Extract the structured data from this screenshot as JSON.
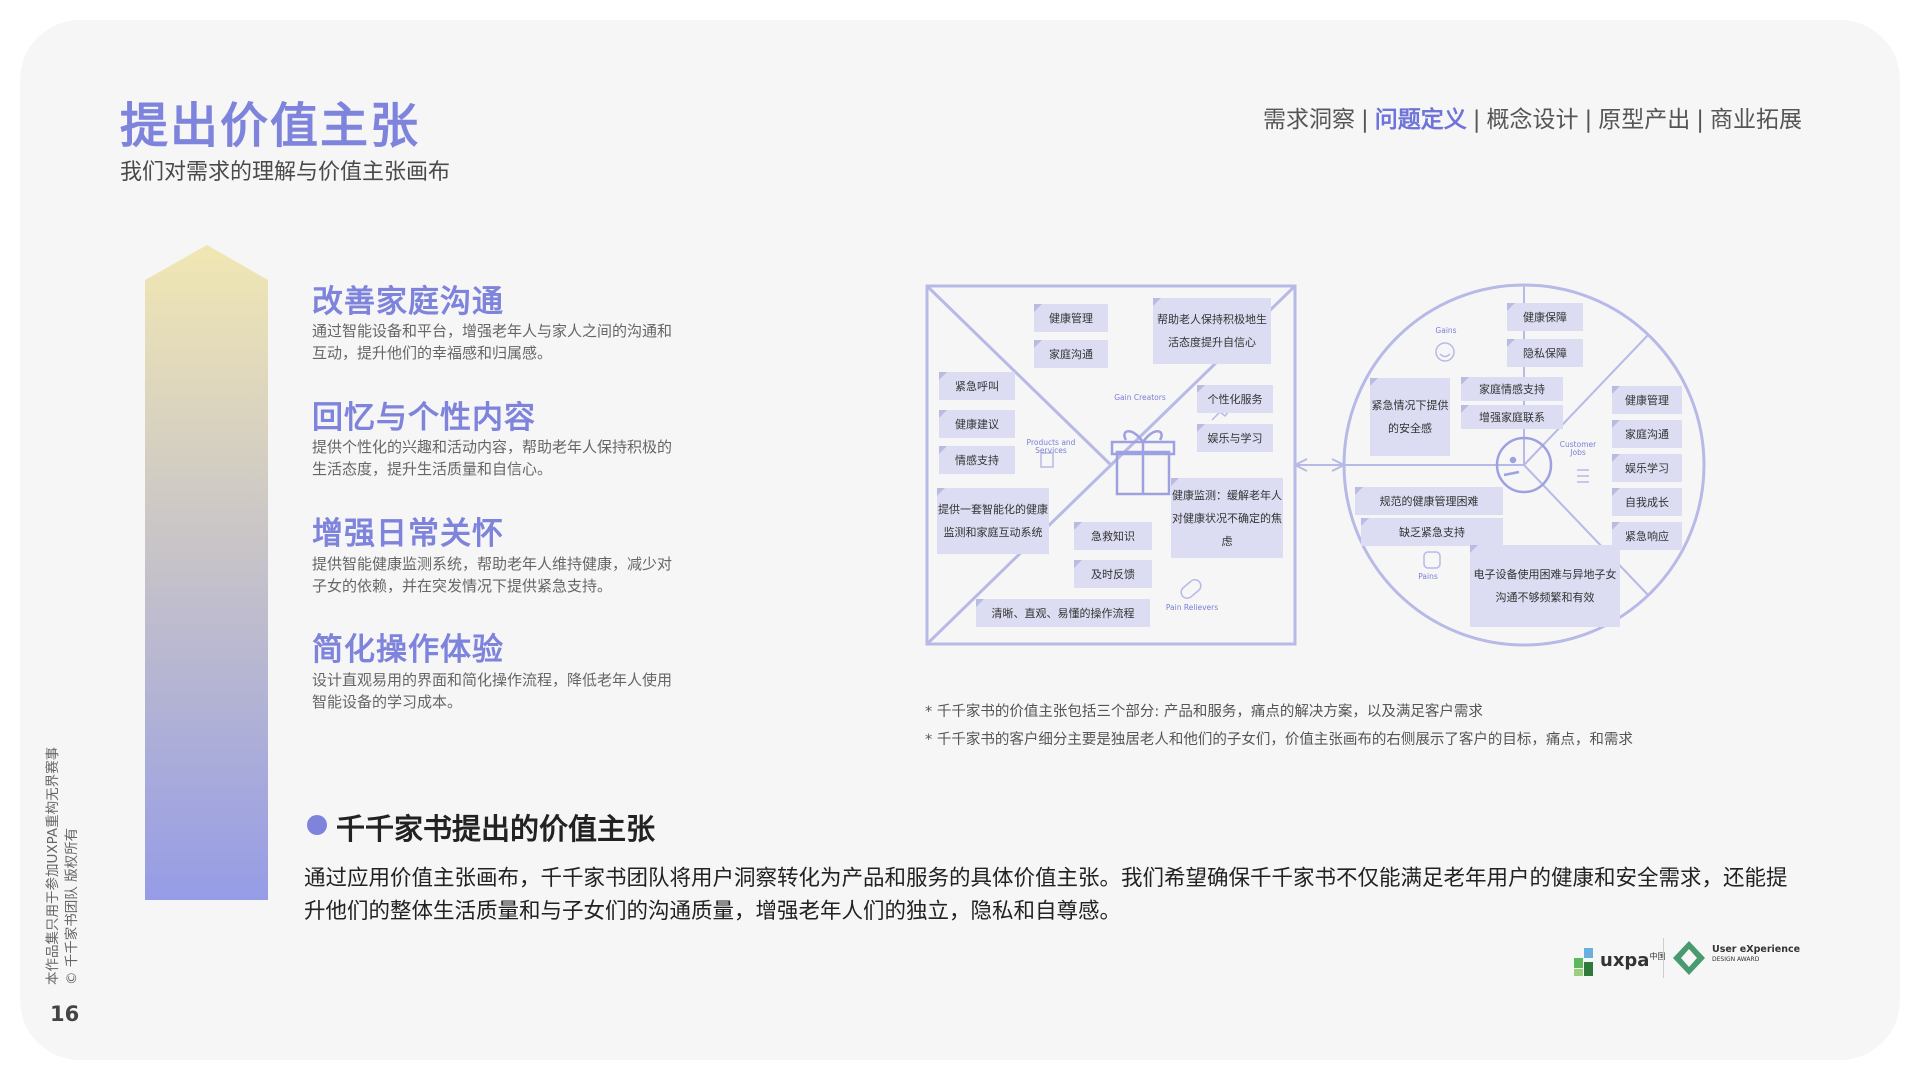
{
  "header": {
    "title": "提出价值主张",
    "subtitle": "我们对需求的理解与价值主张画布",
    "nav": [
      "需求洞察",
      "问题定义",
      "概念设计",
      "原型产出",
      "商业拓展"
    ],
    "nav_active": "问题定义",
    "nav_separator": "|"
  },
  "value_items": [
    {
      "title": "改善家庭沟通",
      "desc": "通过智能设备和平台，增强老年人与家人之间的沟通和互动，提升他们的幸福感和归属感。"
    },
    {
      "title": "回忆与个性内容",
      "desc": "提供个性化的兴趣和活动内容，帮助老年人保持积极的生活态度，提升生活质量和自信心。"
    },
    {
      "title": "增强日常关怀",
      "desc": "提供智能健康监测系统，帮助老年人维持健康，减少对子女的依赖，并在突发情况下提供紧急支持。"
    },
    {
      "title": "简化操作体验",
      "desc": "设计直观易用的界面和简化操作流程，降低老年人使用智能设备的学习成本。"
    }
  ],
  "canvas": {
    "square_labels": {
      "gain_creators": "Gain Creators",
      "products": "Products and Services",
      "pain_relievers": "Pain Relievers"
    },
    "circle_labels": {
      "gains": "Gains",
      "customer_jobs": "Customer Jobs",
      "pains": "Pains"
    },
    "square_notes": {
      "n1": "健康管理",
      "n2": "家庭沟通",
      "n3": "帮助老人保持积极地生活态度提升自信心",
      "n4": "紧急呼叫",
      "n5": "健康建议",
      "n6": "情感支持",
      "n7": "个性化服务",
      "n8": "娱乐与学习",
      "n9": "提供一套智能化的健康监测和家庭互动系统",
      "n10": "健康监测：缓解老年人对健康状况不确定的焦虑",
      "n11": "急救知识",
      "n12": "及时反馈",
      "n13": "清晰、直观、易懂的操作流程"
    },
    "circle_notes": {
      "c1": "健康保障",
      "c2": "隐私保障",
      "c3": "紧急情况下提供的安全感",
      "c4": "家庭情感支持",
      "c5": "增强家庭联系",
      "c6": "健康管理",
      "c7": "家庭沟通",
      "c8": "娱乐学习",
      "c9": "自我成长",
      "c10": "紧急响应",
      "c11": "规范的健康管理困难",
      "c12": "缺乏紧急支持",
      "c13": "电子设备使用困难与异地子女沟通不够频繁和有效"
    }
  },
  "footnotes": [
    "* 千千家书的价值主张包括三个部分: 产品和服务，痛点的解决方案，以及满足客户需求",
    "* 千千家书的客户细分主要是独居老人和他们的子女们，价值主张画布的右侧展示了客户的目标，痛点，和需求"
  ],
  "value_proposition": {
    "title": "千千家书提出的价值主张",
    "body": "通过应用价值主张画布，千千家书团队将用户洞察转化为产品和服务的具体价值主张。我们希望确保千千家书不仅能满足老年用户的健康和安全需求，还能提升他们的整体生活质量和与子女们的沟通质量，增强老年人们的独立，隐私和自尊感。"
  },
  "side_note": [
    "本作品集只用于参加UXPA重构无界赛事",
    "© 千千家书团队 版权所有"
  ],
  "page_number": "16",
  "logos": {
    "uxpa": "uxpa",
    "uxpa_cn": "中国",
    "award_line1": "User eXperience",
    "award_line2": "DESIGN AWARD"
  },
  "colors": {
    "accent": "#7e83dc",
    "canvas_line": "#b7b9e6",
    "sticky": "#dcddf2"
  }
}
